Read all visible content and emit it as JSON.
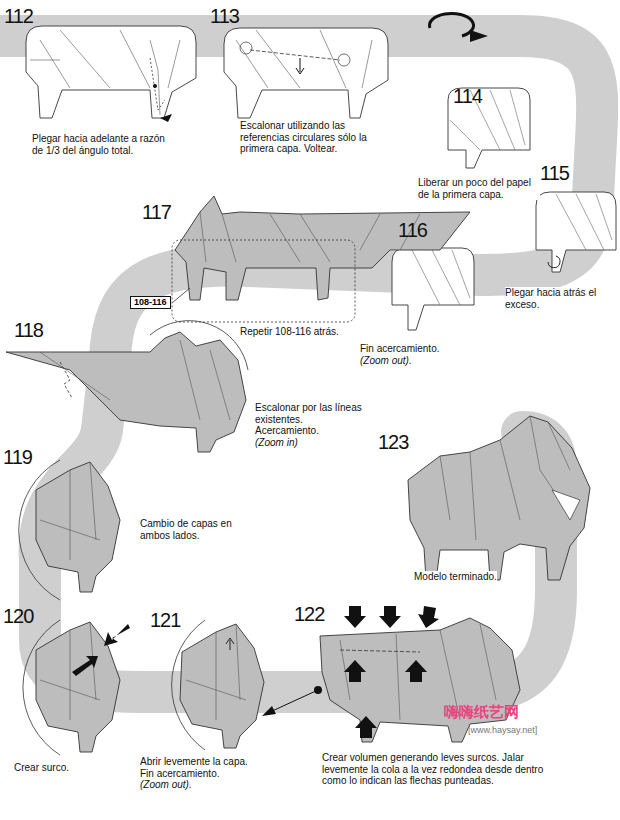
{
  "diagram": {
    "nodes": [
      {
        "text": [
          "108-116"
        ]
      }
    ],
    "labels": [
      "112",
      "Plegar hacia adelante a razón de 1/3 del ángulo total.",
      "113",
      "Escalonar utilizando las referencias circulares sólo la primera capa. Voltear.",
      "114",
      "Liberar un poco del papel de la primera capa.",
      "115",
      "Plegar hacia atrás el exceso.",
      "116",
      "Fin acercamiento.",
      "(Zoom out).",
      "117",
      "Repetir 108-116 atrás.",
      "118",
      "Escalonar por las líneas existentes. Acercamiento.",
      "(Zoom in)",
      "119",
      "Cambio de capas en ambos lados.",
      "123",
      "Modelo terminado.",
      "120",
      "Crear surco.",
      "121",
      "Abrir levemente la capa. Fin acercamiento.",
      "(Zoom out).",
      "122",
      "Crear volumen generando leves surcos. Jalar levemente la cola a la vez redondea desde dentro como lo indican las flechas punteadas.",
      "嗨嗨纸艺网",
      "[www.haysay.net]"
    ]
  }
}
